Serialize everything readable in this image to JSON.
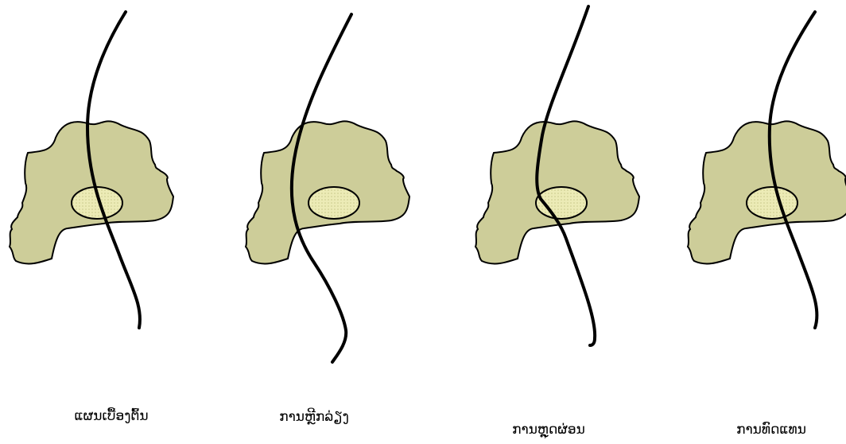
{
  "panels": [
    {
      "caption": "ແຜນເບື້ອງຕົ້ນ"
    },
    {
      "caption": "ການຫຼີກລ່ຽງ"
    },
    {
      "caption": "ການຫຼຸດຜ່ອນ"
    },
    {
      "caption": "ການທົດແທນ"
    }
  ],
  "colors": {
    "land_fill": "#cdcd99",
    "site_fill": "#ecebb6",
    "site_dots": "#c9c88a",
    "line": "#000000"
  }
}
